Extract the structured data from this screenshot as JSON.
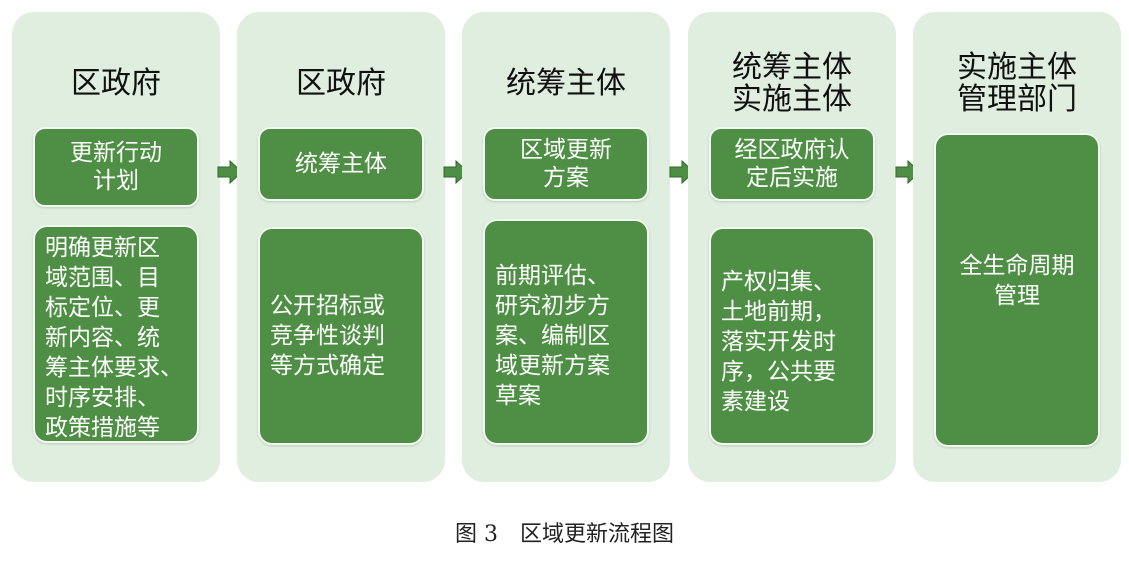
{
  "columns": [
    {
      "title": "区政府",
      "step": "更新行动\n计划",
      "detail": "明确更新区\n域范围、目\n标定位、更\n新内容、统\n筹主体要求、\n时序安排、\n政策措施等"
    },
    {
      "title": "区政府",
      "step": "统筹主体",
      "detail": "公开招标或\n竞争性谈判\n等方式确定"
    },
    {
      "title": "统筹主体",
      "step": "区域更新\n方案",
      "detail": "前期评估、\n研究初步方\n案、编制区\n域更新方案\n草案"
    },
    {
      "title": "统筹主体\n实施主体",
      "step": "经区政府认\n定后实施",
      "detail": "产权归集、\n土地前期，\n落实开发时\n序，公共要\n素建设"
    },
    {
      "title": "实施主体\n管理部门",
      "step": "",
      "detail": "全生命周期\n管理"
    }
  ],
  "caption": {
    "figure_no": "图 3",
    "text": "区域更新流程图"
  },
  "colors": {
    "column_bg": "#dfeede",
    "box_fill": "#4f8f45",
    "arrow_fill": "#4f8f45"
  },
  "icons": {
    "arrow": "arrow-right-icon"
  }
}
